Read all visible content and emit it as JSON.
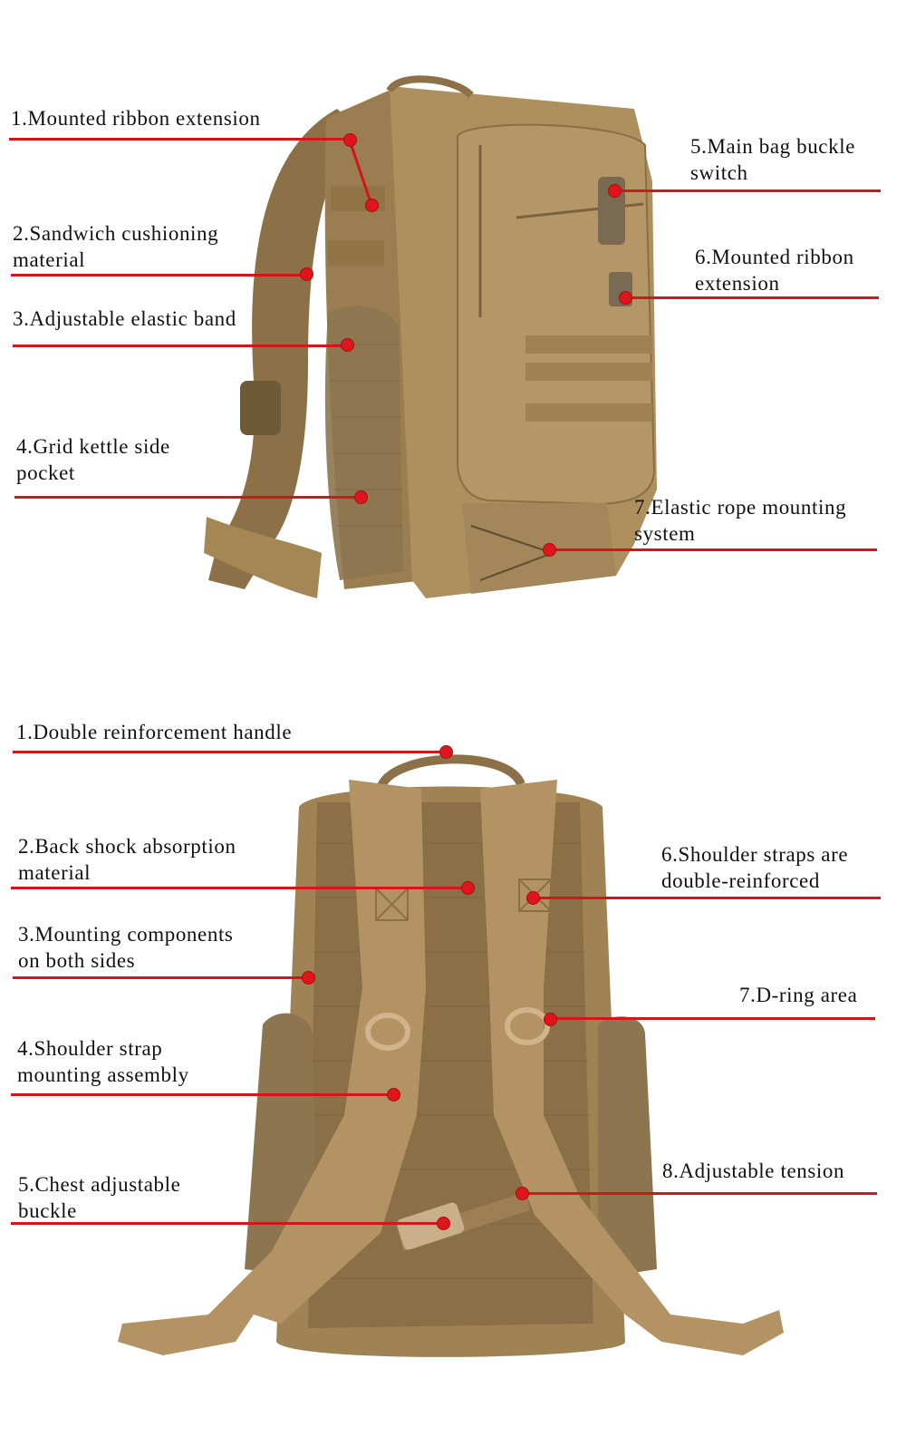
{
  "colors": {
    "leader": "#d4161b",
    "dot": "#e0151b",
    "pack": "#a8895a",
    "pack_dark": "#7d6540"
  },
  "front_view": {
    "labels": [
      {
        "line1": "1.Mounted ribbon extension",
        "line2": ""
      },
      {
        "line1": "2.Sandwich cushioning",
        "line2": "material"
      },
      {
        "line1": "3.Adjustable elastic band",
        "line2": ""
      },
      {
        "line1": "4.Grid kettle side",
        "line2": "pocket"
      },
      {
        "line1": "5.Main bag buckle",
        "line2": "switch"
      },
      {
        "line1": "6.Mounted ribbon",
        "line2": "extension"
      },
      {
        "line1": "7.Elastic rope mounting",
        "line2": "system"
      }
    ]
  },
  "back_view": {
    "labels": [
      {
        "line1": "1.Double reinforcement handle",
        "line2": ""
      },
      {
        "line1": "2.Back shock absorption",
        "line2": "material"
      },
      {
        "line1": "3.Mounting components",
        "line2": "on both sides"
      },
      {
        "line1": "4.Shoulder strap",
        "line2": "mounting assembly"
      },
      {
        "line1": "5.Chest adjustable",
        "line2": "buckle"
      },
      {
        "line1": "6.Shoulder straps are",
        "line2": "double-reinforced"
      },
      {
        "line1": "7.D-ring area",
        "line2": ""
      },
      {
        "line1": "8.Adjustable tension",
        "line2": ""
      }
    ]
  }
}
